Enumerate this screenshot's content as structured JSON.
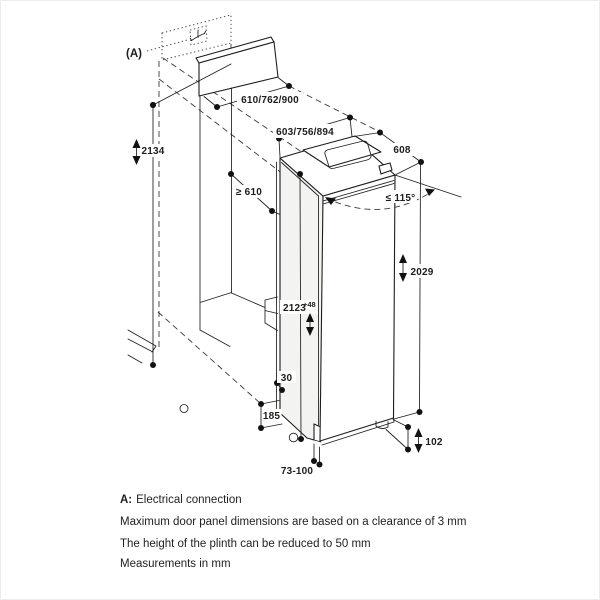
{
  "colors": {
    "line": "#1d1d1b",
    "shade_fill": "#f3f3f2",
    "background": "#ffffff",
    "dot": "#111111"
  },
  "callout": {
    "label": "(A)"
  },
  "icons": {
    "electrical": "electrical-connection-icon"
  },
  "dims": {
    "niche_width": "610/762/900",
    "appliance_width": "603/756/894",
    "appliance_depth": "608",
    "niche_height": "2134",
    "niche_depth": "≥ 610",
    "door_swing": "≤ 115°",
    "appliance_height": "2029",
    "door_panel_height": "2123",
    "door_panel_height_tol": "+48",
    "bottom_step": "30",
    "plinth_cutout": "185",
    "plinth_recess": "73-100",
    "plinth_height": "102"
  },
  "notes": {
    "a_prefix": "A:",
    "a_text": "Electrical connection",
    "door_panel": "Maximum door panel dimensions are based on a clearance of 3 mm",
    "plinth": "The height of the plinth can be reduced to 50 mm",
    "units": "Measurements in mm"
  }
}
